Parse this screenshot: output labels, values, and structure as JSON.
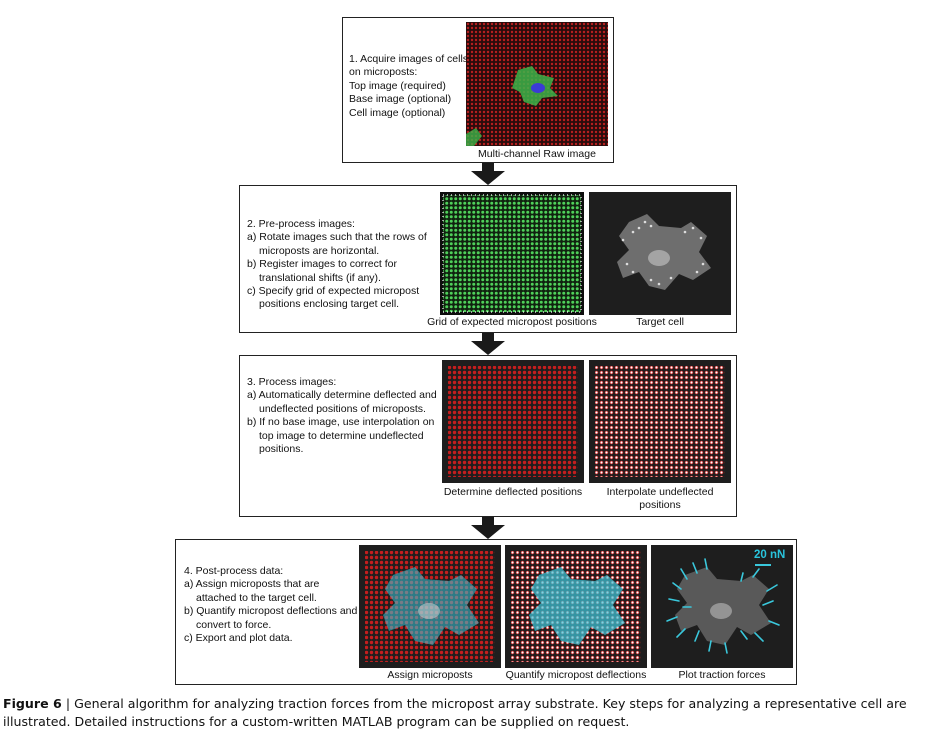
{
  "step1": {
    "title": "1. Acquire images of cells on microposts:",
    "lines": [
      "Top image (required)",
      "Base image (optional)",
      "Cell image (optional)"
    ],
    "image_caption": "Multi-channel Raw image"
  },
  "step2": {
    "title": "2. Pre-process images:",
    "items": [
      "a) Rotate images such that the rows of microposts are horizontal.",
      "b) Register images to correct for translational shifts (if any).",
      "c) Specify grid of expected micropost positions enclosing target cell."
    ],
    "captions": [
      "Grid of expected micropost positions",
      "Target cell"
    ]
  },
  "step3": {
    "title": "3. Process images:",
    "items": [
      "a) Automatically determine deflected and undeflected positions of microposts.",
      "b) If no base image, use interpolation on top image to determine undeflected positions."
    ],
    "captions": [
      "Determine deflected positions",
      "Interpolate undeflected positions"
    ]
  },
  "step4": {
    "title": "4. Post-process data:",
    "items": [
      "a) Assign microposts that are attached to the target cell.",
      "b) Quantify micropost deflections and convert to force.",
      "c) Export and plot data."
    ],
    "captions": [
      "Assign microposts",
      "Quantify micropost deflections",
      "Plot traction forces"
    ],
    "scale_label": "20 nN"
  },
  "figure_caption": {
    "label": "Figure 6",
    "separator": "|",
    "text": "General algorithm for analyzing traction forces from the micropost array substrate. Key steps for analyzing a representative cell are illustrated. Detailed instructions for a custom-written MATLAB program can be supplied on request."
  },
  "colors": {
    "arrow": "#1a1a1a",
    "red_posts": "#c41e1e",
    "green_posts": "#3fc24a",
    "cyan_cell": "#3ac8dc",
    "dark_bg": "#1e1e1e"
  }
}
